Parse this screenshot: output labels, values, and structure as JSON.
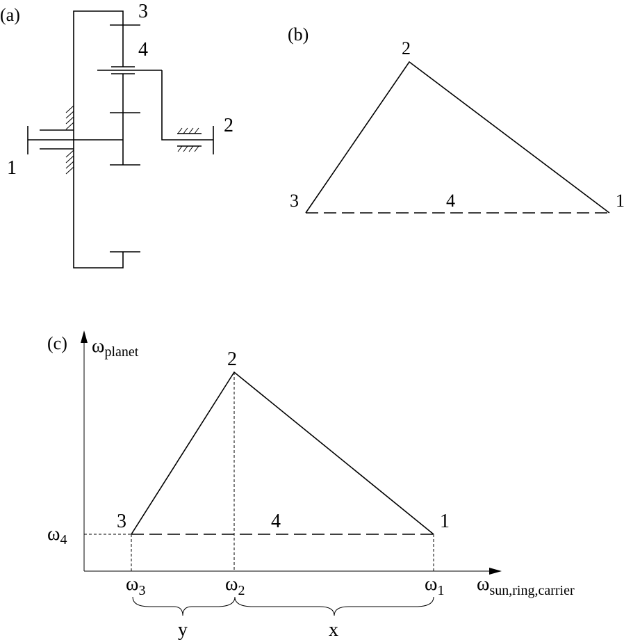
{
  "panel_a": {
    "tag": "(a)",
    "nodes": [
      "1",
      "2",
      "3",
      "4"
    ]
  },
  "panel_b": {
    "tag": "(b)",
    "nodes": [
      "2",
      "3",
      "4",
      "1"
    ]
  },
  "panel_c": {
    "tag": "(c)",
    "y_axis": {
      "symbol": "ω",
      "subscript": "planet"
    },
    "x_axis": {
      "symbol": "ω",
      "subscript": "sun,ring,carrier"
    },
    "nodes": [
      "2",
      "3",
      "4",
      "1"
    ],
    "y_tick": {
      "symbol": "ω",
      "subscript": "4"
    },
    "x_ticks": [
      {
        "symbol": "ω",
        "subscript": "3"
      },
      {
        "symbol": "ω",
        "subscript": "2"
      },
      {
        "symbol": "ω",
        "subscript": "1"
      }
    ],
    "spans": [
      "y",
      "x"
    ]
  },
  "colors": {
    "ink": "#000000",
    "background": "#ffffff"
  }
}
